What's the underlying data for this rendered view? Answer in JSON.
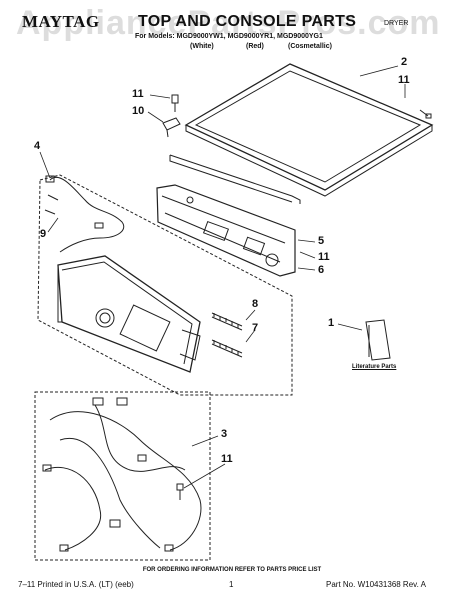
{
  "header": {
    "brand": "MAYTAG",
    "title": "TOP AND CONSOLE PARTS",
    "product_type": "DRYER",
    "models_line": "For Models: MGD9000YW1, MGD9000YR1, MGD9000YG1",
    "finishes": [
      "(White)",
      "(Red)",
      "(Cosmetallic)"
    ]
  },
  "watermark": "AppliancePartsPros.com",
  "callouts": [
    "2",
    "11",
    "11",
    "10",
    "4",
    "9",
    "5",
    "11",
    "6",
    "8",
    "7",
    "1",
    "3",
    "11"
  ],
  "literature_label": "Literature Parts",
  "footer": {
    "ordering_note": "FOR ORDERING INFORMATION REFER TO PARTS PRICE LIST",
    "printed": "7–11 Printed in U.S.A. (LT) (eeb)",
    "page": "1",
    "part_number": "Part No. W10431368 Rev. A"
  }
}
